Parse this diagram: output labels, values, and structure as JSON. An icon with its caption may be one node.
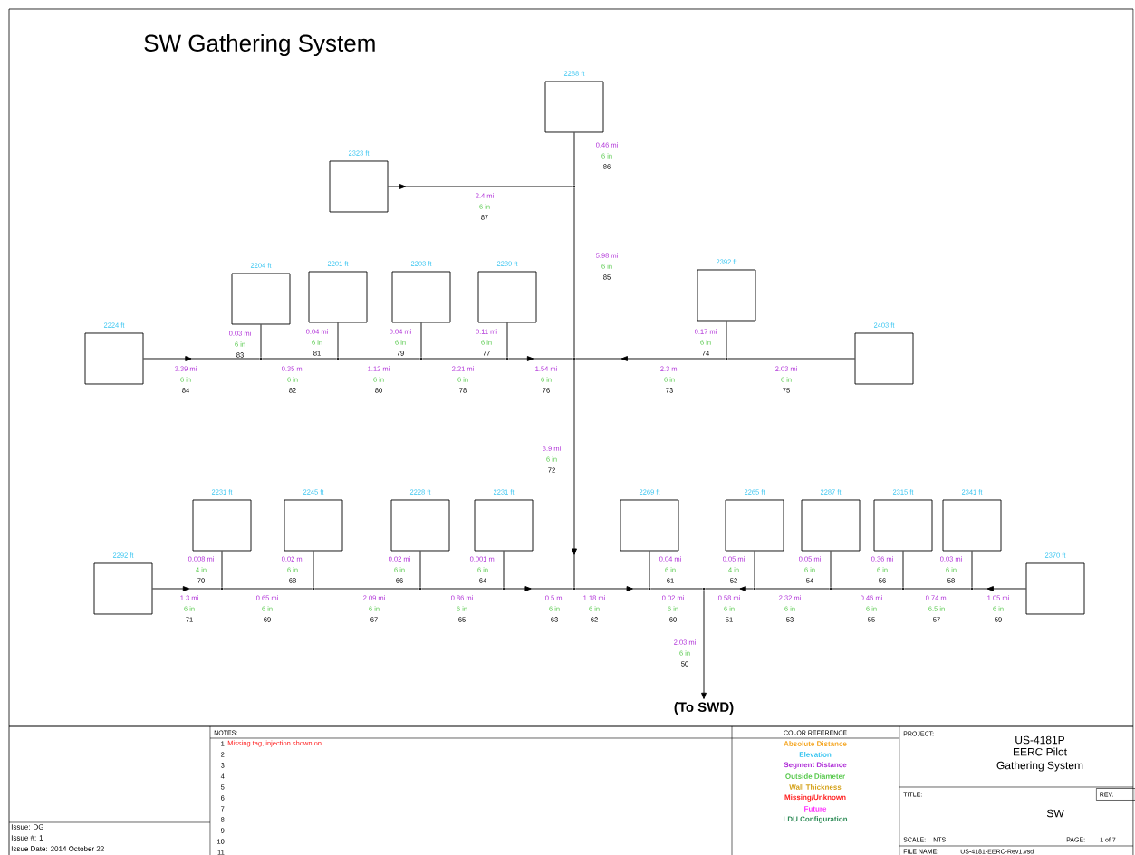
{
  "diagram": {
    "title": "SW Gathering System",
    "nodes": [
      {
        "text": [],
        "shape": "box",
        "beside": [
          "2288 ft"
        ]
      },
      {
        "text": [],
        "shape": "box",
        "beside": [
          "2323 ft"
        ]
      },
      {
        "text": [],
        "shape": "junction"
      },
      {
        "text": [],
        "shape": "box",
        "beside": [
          "2204 ft"
        ]
      },
      {
        "text": [],
        "shape": "box",
        "beside": [
          "2201 ft"
        ]
      },
      {
        "text": [],
        "shape": "box",
        "beside": [
          "2203 ft"
        ]
      },
      {
        "text": [],
        "shape": "box",
        "beside": [
          "2239 ft"
        ]
      },
      {
        "text": [],
        "shape": "box",
        "beside": [
          "2392 ft"
        ]
      },
      {
        "text": [],
        "shape": "box",
        "beside": [
          "2224 ft"
        ]
      },
      {
        "text": [],
        "shape": "box",
        "beside": [
          "2403 ft"
        ]
      },
      {
        "text": [],
        "shape": "junction"
      },
      {
        "text": [],
        "shape": "junction"
      },
      {
        "text": [],
        "shape": "junction"
      },
      {
        "text": [],
        "shape": "junction"
      },
      {
        "text": [],
        "shape": "junction"
      },
      {
        "text": [],
        "shape": "junction"
      },
      {
        "text": [],
        "shape": "box",
        "beside": [
          "2231 ft"
        ]
      },
      {
        "text": [],
        "shape": "box",
        "beside": [
          "2245 ft"
        ]
      },
      {
        "text": [],
        "shape": "box",
        "beside": [
          "2228 ft"
        ]
      },
      {
        "text": [],
        "shape": "box",
        "beside": [
          "2231 ft"
        ]
      },
      {
        "text": [],
        "shape": "box",
        "beside": [
          "2269 ft"
        ]
      },
      {
        "text": [],
        "shape": "box",
        "beside": [
          "2265 ft"
        ]
      },
      {
        "text": [],
        "shape": "box",
        "beside": [
          "2287 ft"
        ]
      },
      {
        "text": [],
        "shape": "box",
        "beside": [
          "2315 ft"
        ]
      },
      {
        "text": [],
        "shape": "box",
        "beside": [
          "2341 ft"
        ]
      },
      {
        "text": [],
        "shape": "box",
        "beside": [
          "2292 ft"
        ]
      },
      {
        "text": [],
        "shape": "box",
        "beside": [
          "2370 ft"
        ]
      },
      {
        "text": [],
        "shape": "junction"
      },
      {
        "text": [],
        "shape": "junction"
      },
      {
        "text": [],
        "shape": "junction"
      },
      {
        "text": [],
        "shape": "junction"
      },
      {
        "text": [],
        "shape": "junction"
      },
      {
        "text": [],
        "shape": "junction"
      },
      {
        "text": [],
        "shape": "junction"
      },
      {
        "text": [],
        "shape": "junction"
      },
      {
        "text": [],
        "shape": "junction"
      },
      {
        "text": [],
        "shape": "junction"
      },
      {
        "text": [],
        "shape": "junction"
      },
      {
        "text": [
          "(To SWD)"
        ]
      }
    ],
    "edges": [
      {
        "from": 0,
        "to": 2,
        "arrow": "none"
      },
      {
        "from": 1,
        "to": 2,
        "arrow": "to"
      },
      {
        "from": 2,
        "to": 14,
        "arrow": "none"
      },
      {
        "from": 3,
        "to": 10,
        "arrow": "none"
      },
      {
        "from": 4,
        "to": 11,
        "arrow": "none"
      },
      {
        "from": 5,
        "to": 12,
        "arrow": "none"
      },
      {
        "from": 6,
        "to": 13,
        "arrow": "none"
      },
      {
        "from": 7,
        "to": 15,
        "arrow": "none"
      },
      {
        "from": 8,
        "to": 10,
        "arrow": "to"
      },
      {
        "from": 10,
        "to": 11,
        "arrow": "none"
      },
      {
        "from": 11,
        "to": 12,
        "arrow": "none"
      },
      {
        "from": 12,
        "to": 13,
        "arrow": "none"
      },
      {
        "from": 13,
        "to": 14,
        "arrow": "to"
      },
      {
        "from": 9,
        "to": 15,
        "arrow": "none"
      },
      {
        "from": 15,
        "to": 14,
        "arrow": "to"
      },
      {
        "from": 14,
        "to": 31,
        "arrow": "to"
      },
      {
        "from": 16,
        "to": 27,
        "arrow": "none"
      },
      {
        "from": 17,
        "to": 28,
        "arrow": "none"
      },
      {
        "from": 18,
        "to": 29,
        "arrow": "none"
      },
      {
        "from": 19,
        "to": 30,
        "arrow": "none"
      },
      {
        "from": 20,
        "to": 32,
        "arrow": "none"
      },
      {
        "from": 21,
        "to": 34,
        "arrow": "none"
      },
      {
        "from": 22,
        "to": 35,
        "arrow": "none"
      },
      {
        "from": 23,
        "to": 36,
        "arrow": "none"
      },
      {
        "from": 24,
        "to": 37,
        "arrow": "none"
      },
      {
        "from": 25,
        "to": 27,
        "arrow": "to"
      },
      {
        "from": 27,
        "to": 28,
        "arrow": "none"
      },
      {
        "from": 28,
        "to": 29,
        "arrow": "none"
      },
      {
        "from": 29,
        "to": 30,
        "arrow": "none"
      },
      {
        "from": 30,
        "to": 31,
        "arrow": "to"
      },
      {
        "from": 31,
        "to": 32,
        "arrow": "to"
      },
      {
        "from": 32,
        "to": 33,
        "arrow": "none"
      },
      {
        "from": 33,
        "to": 38,
        "arrow": "to"
      },
      {
        "from": 34,
        "to": 33,
        "arrow": "to"
      },
      {
        "from": 35,
        "to": 34,
        "arrow": "none"
      },
      {
        "from": 36,
        "to": 35,
        "arrow": "none"
      },
      {
        "from": 37,
        "to": 36,
        "arrow": "none"
      },
      {
        "from": 26,
        "to": 37,
        "arrow": "to"
      }
    ],
    "labels": [
      "0.46 mi",
      "6 in",
      "86",
      "2.4 mi",
      "6 in",
      "87",
      "5.98 mi",
      "6 in",
      "85",
      "0.03 mi",
      "6 in",
      "83",
      "0.04 mi",
      "6 in",
      "81",
      "0.04 mi",
      "6 in",
      "79",
      "0.11 mi",
      "6 in",
      "77",
      "0.17 mi",
      "6 in",
      "74",
      "3.39 mi",
      "6 in",
      "84",
      "0.35 mi",
      "6 in",
      "82",
      "1.12 mi",
      "6 in",
      "80",
      "2.21 mi",
      "6 in",
      "78",
      "1.54 mi",
      "6 in",
      "76",
      "2.3 mi",
      "6 in",
      "73",
      "2.03 mi",
      "6 in",
      "75",
      "3.9 mi",
      "6 in",
      "72",
      "0.008 mi",
      "4 in",
      "70",
      "0.02 mi",
      "6 in",
      "68",
      "0.02 mi",
      "6 in",
      "66",
      "0.001 mi",
      "6 in",
      "64",
      "0.04 mi",
      "6 in",
      "61",
      "0.05 mi",
      "4 in",
      "52",
      "0.05 mi",
      "6 in",
      "54",
      "0.36 mi",
      "6 in",
      "56",
      "0.03 mi",
      "6 in",
      "58",
      "1.3 mi",
      "6 in",
      "71",
      "0.65 mi",
      "6 in",
      "69",
      "2.09 mi",
      "6 in",
      "67",
      "0.86 mi",
      "6 in",
      "65",
      "0.5 mi",
      "6 in",
      "63",
      "1.18 mi",
      "6 in",
      "62",
      "0.02 mi",
      "6 in",
      "60",
      "0.58 mi",
      "6 in",
      "51",
      "2.32 mi",
      "6 in",
      "53",
      "0.46 mi",
      "6 in",
      "55",
      "0.74 mi",
      "6.5 in",
      "57",
      "1.05 mi",
      "6 in",
      "59",
      "2.03 mi",
      "6 in",
      "50",
      "NOTES:",
      "1",
      "Missing tag, injection shown on",
      "2",
      "3",
      "4",
      "5",
      "6",
      "7",
      "8",
      "9",
      "10",
      "11",
      "Issue: DG",
      "Issue #:  1",
      "Issue Date:  2014 October 22",
      "COLOR REFERENCE",
      "PROJECT:",
      "US-4181P",
      "EERC Pilot",
      "Gathering System",
      "TITLE:",
      "REV.",
      "SW",
      "SCALE:",
      "NTS",
      "PAGE:",
      "1 of 7",
      "FILE NAME:",
      "US-4181-EERC-Rev1.vsd"
    ],
    "legend": [
      {
        "text": "Absolute Distance",
        "color": "#f5a623"
      },
      {
        "text": "Elevation",
        "color": "#33c3f0"
      },
      {
        "text": "Segment Distance",
        "color": "#b030d8"
      },
      {
        "text": "Outside Diameter",
        "color": "#55c84a"
      },
      {
        "text": "Wall Thickness",
        "color": "#d4a017"
      },
      {
        "text": "Missing/Unknown",
        "color": "#ff2020"
      },
      {
        "text": "Future",
        "color": "#ff33ff"
      },
      {
        "text": "LDU Configuration",
        "color": "#2e8b57"
      }
    ]
  }
}
